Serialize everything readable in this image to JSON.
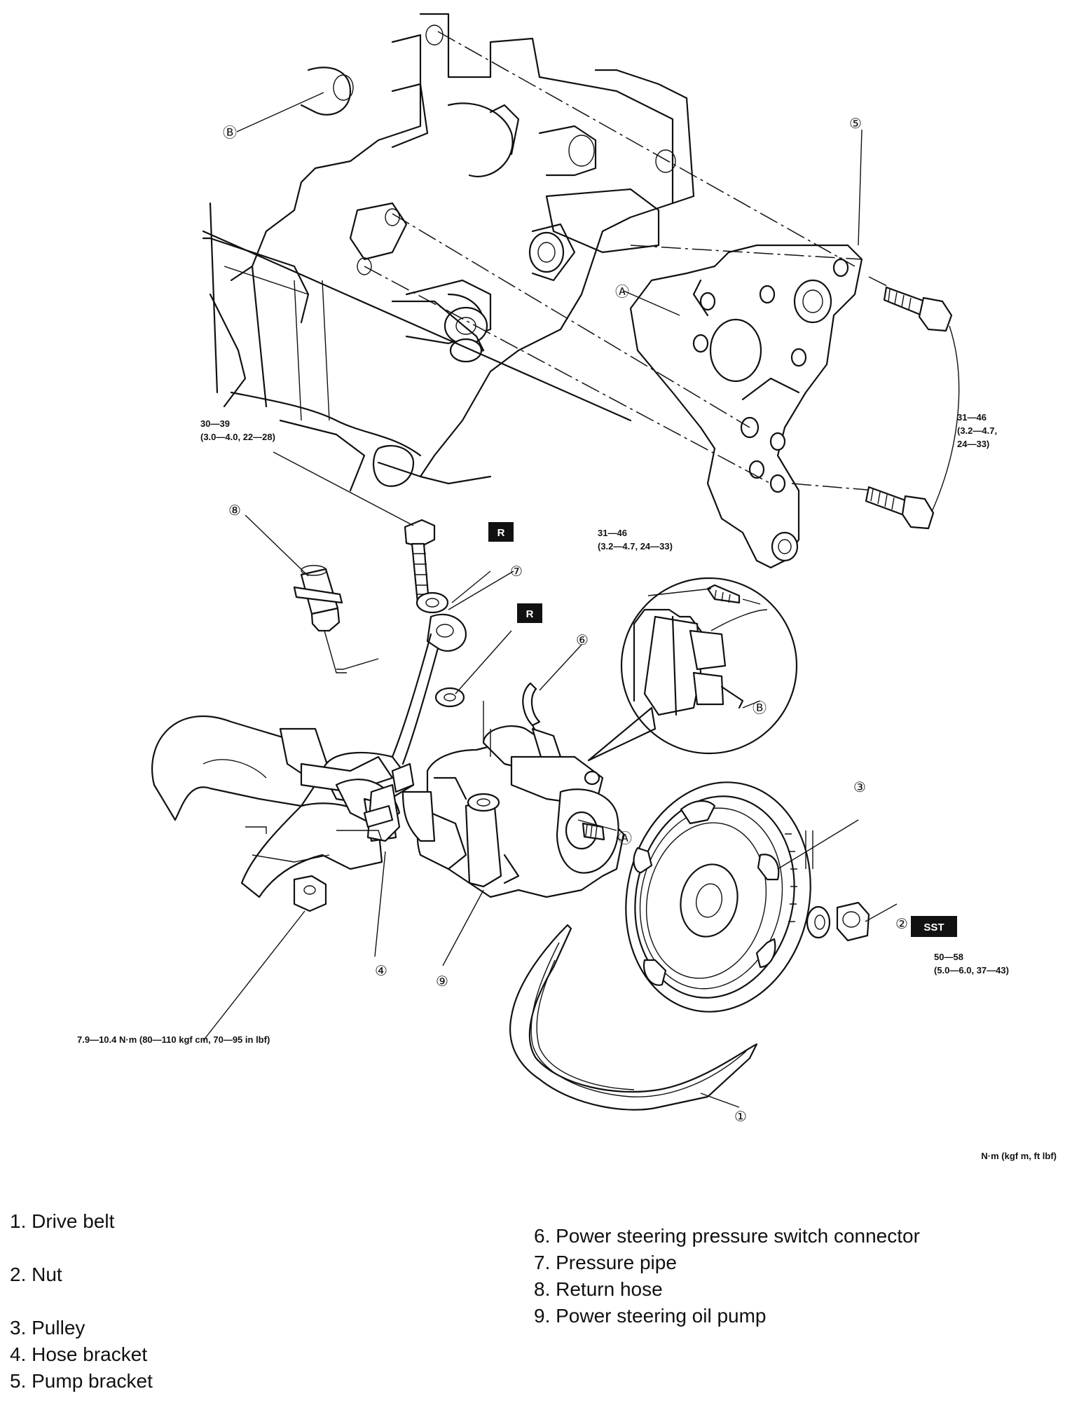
{
  "callouts": {
    "c1": "①",
    "c2": "②",
    "c3": "③",
    "c4": "④",
    "c5": "⑤",
    "c6": "⑥",
    "c7": "⑦",
    "c8": "⑧",
    "c9": "⑨",
    "a": "Ⓐ",
    "b": "Ⓑ"
  },
  "badges": {
    "r": "R",
    "sst": "SST"
  },
  "torques": {
    "t_top_1": "30—39",
    "t_top_2": "(3.0—4.0, 22—28)",
    "t_bracket_1": "31—46",
    "t_bracket_2": "(3.2—4.7,",
    "t_bracket_3": "24—33)",
    "t_switch_1": "31—46",
    "t_switch_2": "(3.2—4.7, 24—33)",
    "t_nut_1": "50—58",
    "t_nut_2": "(5.0—6.0, 37—43)",
    "t_hose": "7.9—10.4 N·m (80—110 kgf cm, 70—95 in lbf)"
  },
  "units": "N·m (kgf m, ft lbf)",
  "legend": {
    "left": [
      "1.  Drive belt",
      "2.  Nut",
      "3.  Pulley",
      "4.  Hose bracket",
      "5.  Pump bracket"
    ],
    "right": [
      "6.  Power steering pressure switch connector",
      "7.  Pressure pipe",
      "8.  Return hose",
      "9.  Power steering oil pump"
    ]
  }
}
